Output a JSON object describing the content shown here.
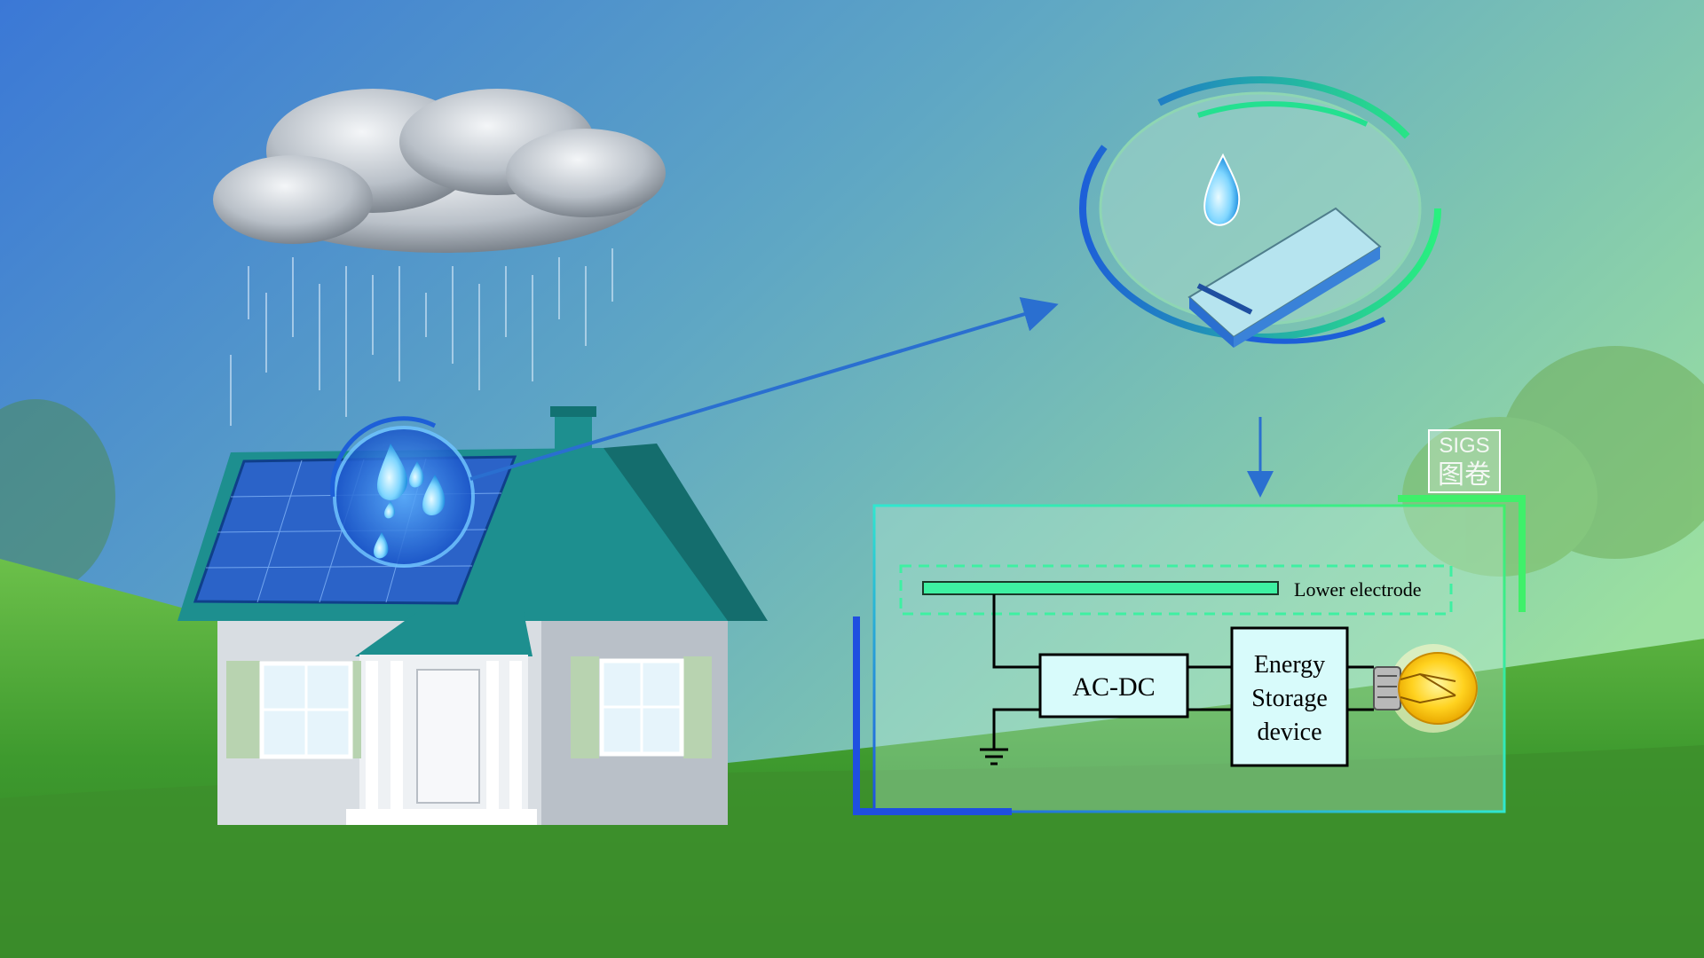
{
  "watermark": {
    "line1": "SIGS",
    "line2": "图卷"
  },
  "circuit": {
    "lower_electrode_label": "Lower electrode",
    "converter_label": "AC-DC",
    "storage_label_lines": [
      "Energy",
      "Storage",
      "device"
    ]
  },
  "colors": {
    "sky_top": "#3f7fd6",
    "sky_mid": "#6fb4c8",
    "sky_right": "#8fd39a",
    "grass": "#3f9a2f",
    "roof": "#1d8f8f",
    "panel_frame": "#2ee89a",
    "panel_blue": "#1c5fd0",
    "electrode": "#3ef0a2",
    "box_fill": "#d8fbfb",
    "arrow": "#2a6fd0",
    "bulb": "#ffd21f"
  },
  "icons": [
    "rain-cloud-icon",
    "water-drop-icon",
    "solar-panel-icon",
    "device-icon",
    "ground-icon",
    "light-bulb-icon",
    "arrow-icon"
  ]
}
